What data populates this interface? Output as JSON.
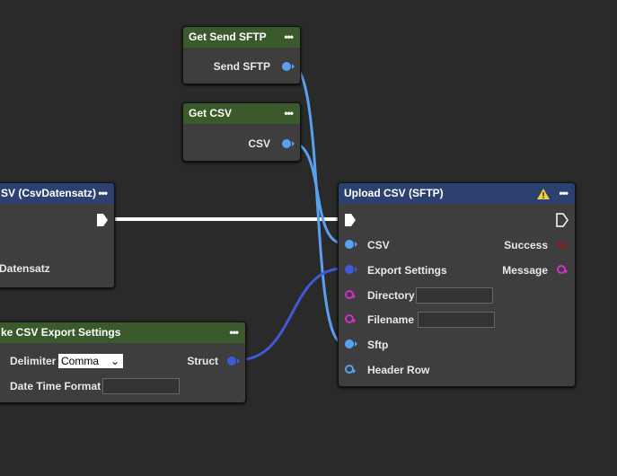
{
  "colors": {
    "struct_pin": "#3f5ad8",
    "object_pin": "#5aa0f0",
    "string_pin": "#d030c8",
    "error_pin": "#8a2020",
    "exec": "#ffffff"
  },
  "nodes": {
    "get_send_sftp": {
      "title": "Get Send SFTP",
      "output": "Send SFTP"
    },
    "get_csv": {
      "title": "Get CSV",
      "output": "CSV"
    },
    "csv_node": {
      "title": "SV (CsvDatensatz)",
      "row": "Datensatz"
    },
    "export_settings": {
      "title": "ke CSV Export Settings",
      "delimiter_label": "Delimiter",
      "delimiter_value": "Comma",
      "date_label": "Date Time Format",
      "date_value": "",
      "output": "Struct"
    },
    "upload": {
      "title": "Upload CSV (SFTP)",
      "warning_icon": "warning-icon",
      "inputs": [
        "CSV",
        "Export Settings",
        "Directory",
        "Filename",
        "Sftp",
        "Header Row"
      ],
      "directory_value": "",
      "filename_value": "",
      "outputs": [
        "Success",
        "Message"
      ]
    }
  }
}
